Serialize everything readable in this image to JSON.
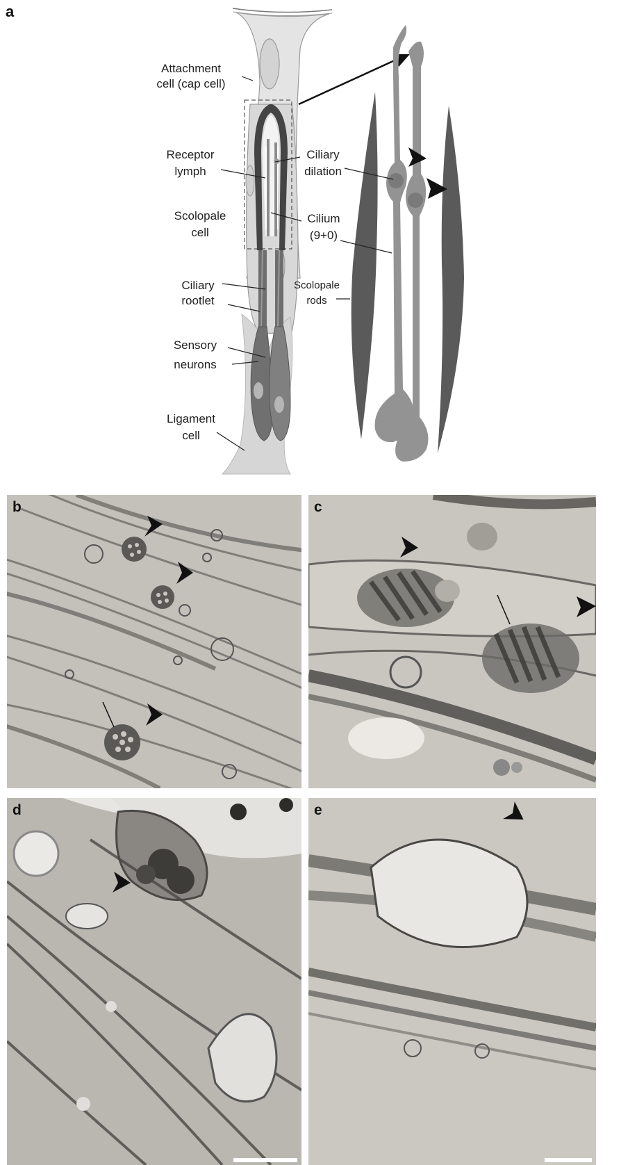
{
  "figure": {
    "panel_a": {
      "letter": "a",
      "labels": {
        "attachment_cell_1": "Attachment",
        "attachment_cell_2": "cell (cap cell)",
        "receptor_lymph_1": "Receptor",
        "receptor_lymph_2": "lymph",
        "scolopale_cell_1": "Scolopale",
        "scolopale_cell_2": "cell",
        "ciliary_rootlet_1": "Ciliary",
        "ciliary_rootlet_2": "rootlet",
        "sensory_neurons_1": "Sensory",
        "sensory_neurons_2": "neurons",
        "ligament_cell_1": "Ligament",
        "ligament_cell_2": "cell",
        "ciliary_dilation_1": "Ciliary",
        "ciliary_dilation_2": "dilation",
        "cilium_1": "Cilium",
        "cilium_2": "(9+0)",
        "scolopale_rods_1": "Scolopale",
        "scolopale_rods_2": "rods"
      }
    },
    "panel_b": {
      "letter": "b"
    },
    "panel_c": {
      "letter": "c"
    },
    "panel_d": {
      "letter": "d"
    },
    "panel_e": {
      "letter": "e"
    },
    "colors": {
      "cell_light": "#e2e2e2",
      "cell_mid": "#a9a9a9",
      "cell_dark": "#555555",
      "rod_dark": "#5a5a5a",
      "cilium_gray": "#8e8e8e",
      "em_background": "#c9c6c0"
    }
  }
}
